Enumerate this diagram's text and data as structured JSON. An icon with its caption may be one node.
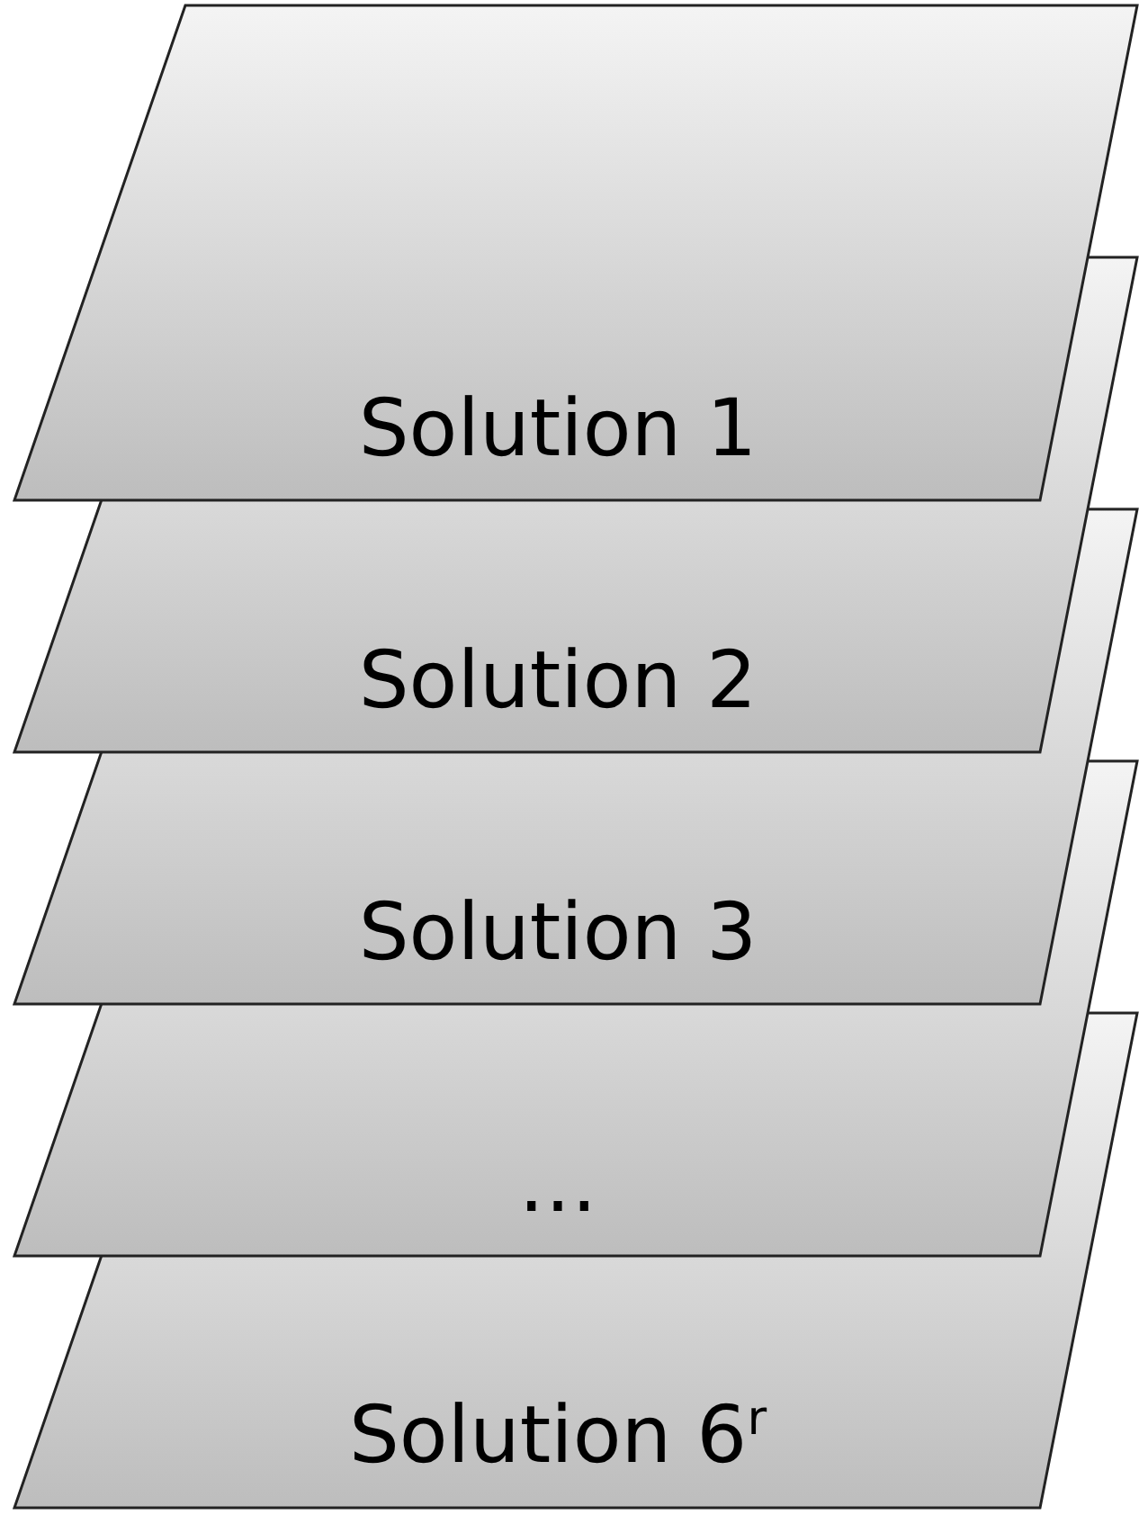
{
  "diagram": {
    "nodes": [
      {
        "text": [
          "Solution 1"
        ]
      },
      {
        "text": [
          "Solution 2"
        ]
      },
      {
        "text": [
          "Solution 3"
        ]
      },
      {
        "text": [
          "…"
        ]
      },
      {
        "text": [
          "Solution 6$^{r}$"
        ]
      }
    ]
  }
}
